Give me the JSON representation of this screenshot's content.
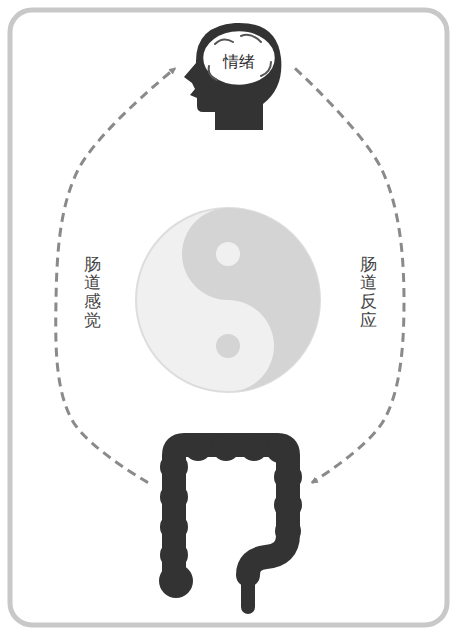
{
  "diagram": {
    "nodes": [
      {
        "text": [
          "情绪"
        ]
      },
      {
        "text": []
      }
    ],
    "edges": [
      {
        "from": 1,
        "to": 0,
        "label": "肠道感觉",
        "arrow": "to"
      },
      {
        "from": 0,
        "to": 1,
        "label": "肠道反应",
        "arrow": "to"
      }
    ]
  }
}
